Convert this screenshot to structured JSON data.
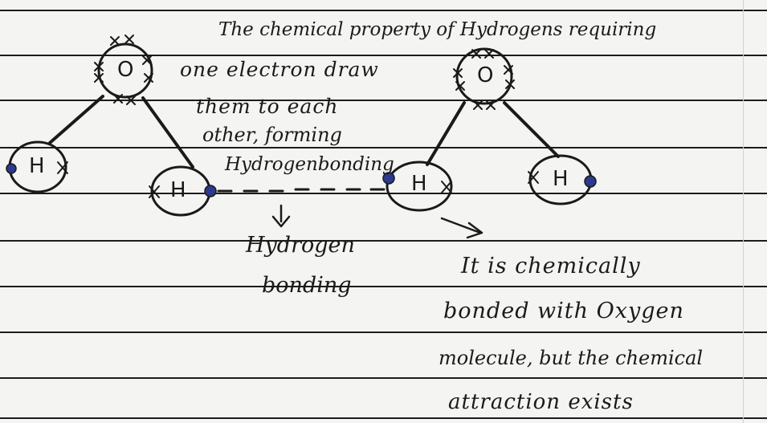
{
  "notes": {
    "intro_lines": [
      "The chemical property of Hydrogens requiring",
      "one electron draw",
      "them to each",
      "other, forming",
      "Hydrogenbonding"
    ],
    "arrow_caption_lines": [
      "Hydrogen",
      "bonding"
    ],
    "explanation_lines": [
      "It is chemically",
      "bonded with Oxygen",
      "molecule, but the chemical",
      "attraction exists"
    ]
  },
  "molecules": [
    {
      "oxygen": "O",
      "hydrogens": [
        "H",
        "H"
      ]
    },
    {
      "oxygen": "O",
      "hydrogens": [
        "H",
        "H"
      ]
    }
  ],
  "colors": {
    "ink": "#1a1a1a",
    "electron_dot": "#2b3a8f",
    "paper": "#f4f4f2"
  }
}
